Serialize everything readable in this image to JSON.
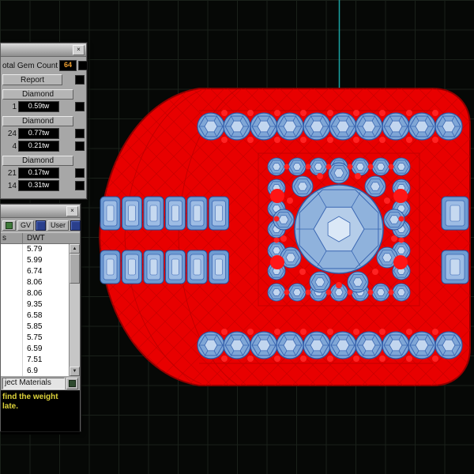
{
  "colors": {
    "model_red": "#e80000",
    "gem_blue": "#7fa6d6",
    "total_count_orange": "#f0a030",
    "hint_yellow": "#ddd23a",
    "construction_cyan": "#1aa3a3"
  },
  "gem_report_panel": {
    "total_label": "otal Gem Count",
    "total_value": "64",
    "report_button_label": "Report",
    "groups": [
      {
        "header": "Diamond",
        "rows": [
          {
            "count": "1",
            "weight": "0.59tw"
          }
        ]
      },
      {
        "header": "Diamond",
        "rows": [
          {
            "count": "24",
            "weight": "0.77tw"
          },
          {
            "count": "4",
            "weight": "0.21tw"
          }
        ]
      },
      {
        "header": "Diamond",
        "rows": [
          {
            "count": "21",
            "weight": "0.17tw"
          },
          {
            "count": "14",
            "weight": "0.31tw"
          }
        ]
      }
    ]
  },
  "materials_panel": {
    "toolbar": {
      "gv_label": "GV",
      "user_label": "User"
    },
    "table": {
      "col_left_header": "s",
      "col_right_header": "DWT",
      "dwt_values": [
        "5.79",
        "5.99",
        "6.74",
        "8.06",
        "8.06",
        "9.35",
        "6.58",
        "5.85",
        "5.75",
        "6.59",
        "7.51",
        "6.9"
      ]
    },
    "materials_field": "ject Materials",
    "hint": {
      "line1": "find the weight",
      "line2": "late."
    }
  },
  "window": {
    "close_glyph": "×",
    "scroll_up_glyph": "▲",
    "scroll_down_glyph": "▼"
  }
}
